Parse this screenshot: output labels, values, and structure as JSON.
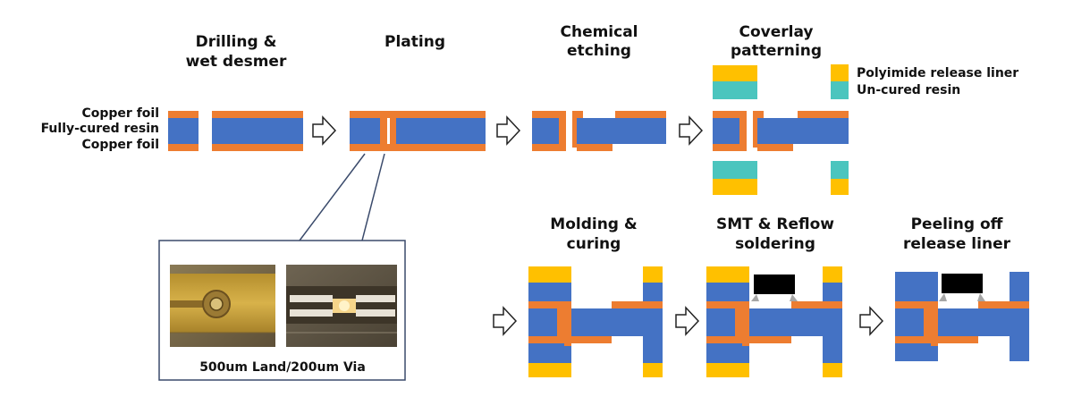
{
  "colors": {
    "copper": "#ED7D31",
    "resin": "#4472C4",
    "liner": "#FFC000",
    "uncured": "#4BC5BE",
    "component": "#000000",
    "solder": "#A6A6A6",
    "callout": "#3A4A6B"
  },
  "steps": [
    {
      "line1": "Drilling &",
      "line2": "wet desmer"
    },
    {
      "line1": "Plating",
      "line2": ""
    },
    {
      "line1": "Chemical",
      "line2": "etching"
    },
    {
      "line1": "Coverlay",
      "line2": "patterning"
    },
    {
      "line1": "Molding &",
      "line2": "curing"
    },
    {
      "line1": "SMT & Reflow",
      "line2": "soldering"
    },
    {
      "line1": "Peeling off",
      "line2": "release liner"
    }
  ],
  "layer_labels": [
    "Copper foil",
    "Fully-cured resin",
    "Copper foil"
  ],
  "legend": [
    {
      "label": "Polyimide release liner",
      "color_key": "liner"
    },
    {
      "label": "Un-cured resin",
      "color_key": "uncured"
    }
  ],
  "photo_caption": "500um Land/200um Via",
  "photo_icons": [
    "micrograph-land-icon",
    "micrograph-via-icon"
  ],
  "arrow_icon": "process-arrow-icon"
}
